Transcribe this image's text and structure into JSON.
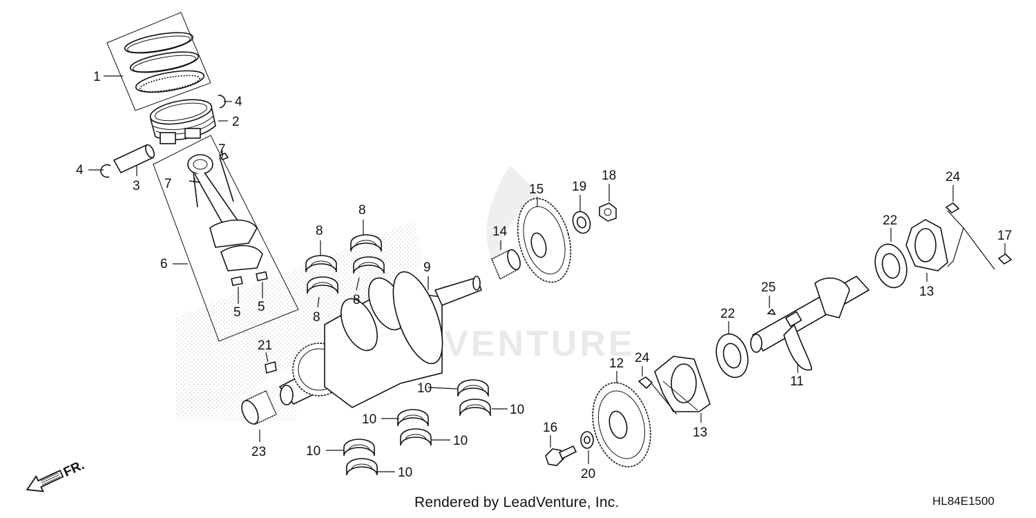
{
  "diagram": {
    "watermark": "ADVENTURE",
    "front_marker": "FR.",
    "credit": "Rendered by LeadVenture, Inc.",
    "code": "HL84E1500",
    "callouts": [
      {
        "id": "c1",
        "label": "1"
      },
      {
        "id": "c2",
        "label": "2"
      },
      {
        "id": "c3",
        "label": "3"
      },
      {
        "id": "c4a",
        "label": "4"
      },
      {
        "id": "c4b",
        "label": "4"
      },
      {
        "id": "c5a",
        "label": "5"
      },
      {
        "id": "c5b",
        "label": "5"
      },
      {
        "id": "c6",
        "label": "6"
      },
      {
        "id": "c7a",
        "label": "7"
      },
      {
        "id": "c7b",
        "label": "7"
      },
      {
        "id": "c8a",
        "label": "8"
      },
      {
        "id": "c8b",
        "label": "8"
      },
      {
        "id": "c8c",
        "label": "8"
      },
      {
        "id": "c8d",
        "label": "8"
      },
      {
        "id": "c9",
        "label": "9"
      },
      {
        "id": "c10a",
        "label": "10"
      },
      {
        "id": "c10b",
        "label": "10"
      },
      {
        "id": "c10c",
        "label": "10"
      },
      {
        "id": "c10d",
        "label": "10"
      },
      {
        "id": "c10e",
        "label": "10"
      },
      {
        "id": "c10f",
        "label": "10"
      },
      {
        "id": "c11",
        "label": "11"
      },
      {
        "id": "c12",
        "label": "12"
      },
      {
        "id": "c13a",
        "label": "13"
      },
      {
        "id": "c13b",
        "label": "13"
      },
      {
        "id": "c14",
        "label": "14"
      },
      {
        "id": "c15",
        "label": "15"
      },
      {
        "id": "c16",
        "label": "16"
      },
      {
        "id": "c17",
        "label": "17"
      },
      {
        "id": "c18",
        "label": "18"
      },
      {
        "id": "c19",
        "label": "19"
      },
      {
        "id": "c20",
        "label": "20"
      },
      {
        "id": "c21",
        "label": "21"
      },
      {
        "id": "c22a",
        "label": "22"
      },
      {
        "id": "c22b",
        "label": "22"
      },
      {
        "id": "c23",
        "label": "23"
      },
      {
        "id": "c24a",
        "label": "24"
      },
      {
        "id": "c24b",
        "label": "24"
      },
      {
        "id": "c25",
        "label": "25"
      }
    ]
  }
}
